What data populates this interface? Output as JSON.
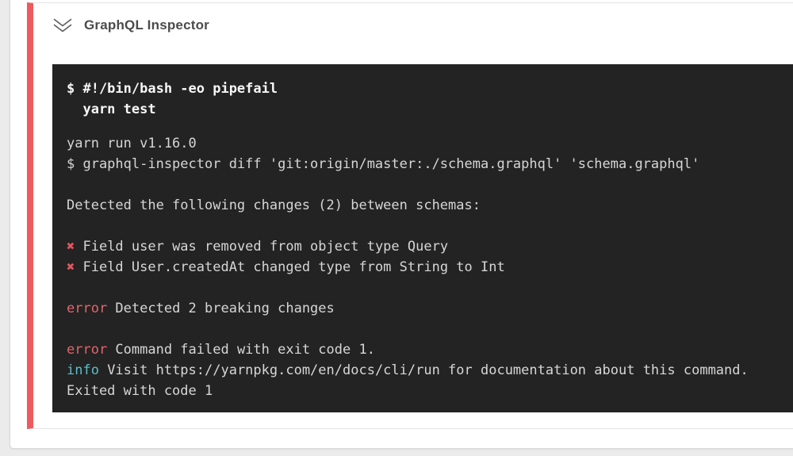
{
  "header": {
    "title": "GraphQL Inspector"
  },
  "icons": {
    "collapse": "double-chevron-down-icon"
  },
  "colors": {
    "page_bg": "#ebebeb",
    "card_bg": "#ffffff",
    "failure_stripe": "#ee5a5f",
    "terminal_bg": "#232323",
    "terminal_text": "#d6d6d6",
    "terminal_bold_text": "#f7f7f7",
    "error_red": "#e4646b",
    "cross_red": "#e4555e",
    "info_cyan": "#59bfca",
    "title_gray": "#4b4b4b"
  },
  "terminal": {
    "command_lines": [
      "$ #!/bin/bash -eo pipefail",
      "  yarn test"
    ],
    "output_lines": [
      [
        {
          "t": "yarn run v1.16.0"
        }
      ],
      [
        {
          "t": "$ graphql-inspector diff 'git:origin/master:./schema.graphql' 'schema.graphql'"
        }
      ],
      [],
      [
        {
          "t": "Detected the following changes (2) between schemas:"
        }
      ],
      [],
      [
        {
          "c": "mark",
          "t": "✖"
        },
        {
          "t": " Field user was removed from object type Query"
        }
      ],
      [
        {
          "c": "mark",
          "t": "✖"
        },
        {
          "t": " Field User.createdAt changed type from String to Int"
        }
      ],
      [],
      [
        {
          "c": "err",
          "t": "error"
        },
        {
          "t": " Detected 2 breaking changes"
        }
      ],
      [],
      [
        {
          "c": "err",
          "t": "error"
        },
        {
          "t": " Command failed with exit code 1."
        }
      ],
      [
        {
          "c": "info",
          "t": "info"
        },
        {
          "t": " Visit https://yarnpkg.com/en/docs/cli/run for documentation about this command."
        }
      ],
      [
        {
          "t": "Exited with code 1"
        }
      ]
    ]
  }
}
